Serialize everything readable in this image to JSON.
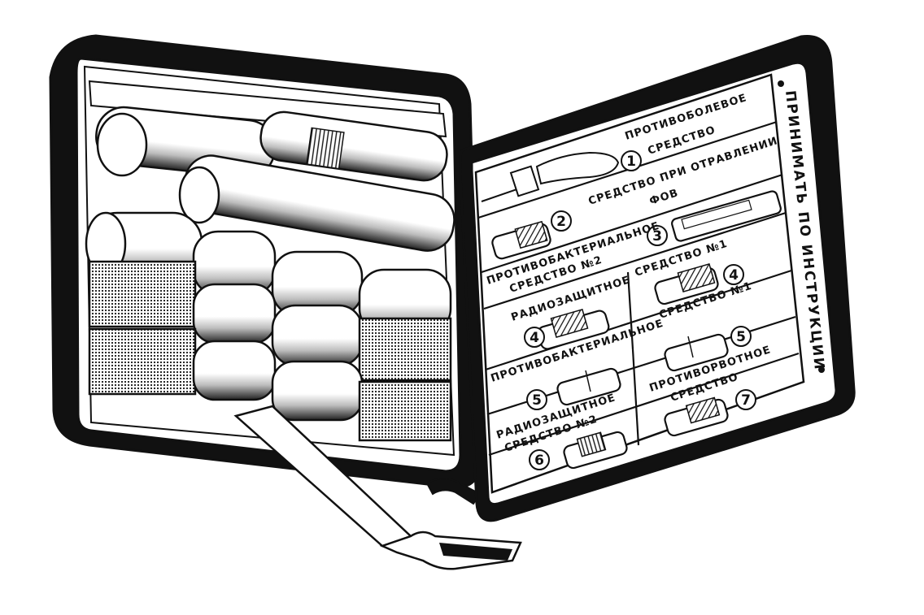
{
  "colors": {
    "ink": "#111111",
    "paper": "#ffffff"
  },
  "side_label": "ПРИНИМАТЬ ПО ИНСТРУКЦИИ",
  "items": [
    {
      "number": "1",
      "lines": [
        "ПРОТИВОБОЛЕВОЕ",
        "СРЕДСТВО"
      ]
    },
    {
      "number": "2",
      "lines": [
        "СРЕДСТВО ПРИ ОТРАВЛЕНИИ",
        "ФОВ"
      ]
    },
    {
      "number": "3",
      "lines": [
        "ПРОТИВОБАКТЕРИАЛЬНОЕ",
        "СРЕДСТВО №2"
      ]
    },
    {
      "number": "4",
      "lines": [
        "СРЕДСТВО №1"
      ]
    },
    {
      "number": "4",
      "lines": [
        "РАДИОЗАЩИТНОЕ"
      ]
    },
    {
      "number": "5",
      "lines": [
        "ПРОТИВОБАКТЕРИАЛЬНОЕ",
        "СРЕДСТВО №1"
      ]
    },
    {
      "number": "5",
      "lines": []
    },
    {
      "number": "6",
      "lines": [
        "РАДИОЗАЩИТНОЕ",
        "СРЕДСТВО №2"
      ]
    },
    {
      "number": "7",
      "lines": [
        "ПРОТИВОРВОТНОЕ",
        "СРЕДСТВО"
      ]
    }
  ]
}
